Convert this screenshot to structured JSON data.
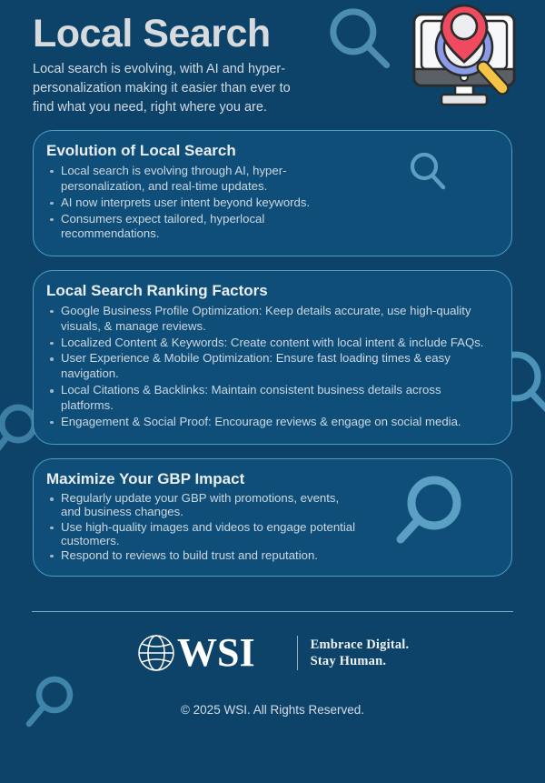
{
  "hero": {
    "title": "Local Search",
    "subtitle": "Local search is evolving, with AI and hyper-personalization making it easier than ever to find what you need, right where you are.",
    "illustration_name": "monitor-location-search-illustration"
  },
  "colors": {
    "page_background": "#0d4269",
    "card_background": "#0f4e78",
    "card_border": "#4f9ec4",
    "icon_blue": "#5b9fc4",
    "heading_text": "#e9eef2",
    "body_text": "#ccd8e2",
    "hero_title_text": "#d7dbde",
    "divider": "#7fa8c1",
    "pin_red": "#ef4a5f",
    "lens_purple": "#8a9ce8",
    "handle_yellow": "#f6c445"
  },
  "cards": [
    {
      "id": "evolution",
      "title": "Evolution of Local Search",
      "icon": "search-icon",
      "bullets": [
        "Local search is evolving through AI, hyper-personalization, and real-time updates.",
        "AI now interprets user intent beyond keywords.",
        "Consumers expect tailored, hyperlocal recommendations."
      ]
    },
    {
      "id": "ranking",
      "title": "Local Search Ranking Factors",
      "icon": null,
      "bullets": [
        "Google Business Profile Optimization: Keep details accurate, use high-quality visuals, & manage reviews.",
        "Localized Content & Keywords: Create content with local intent & include FAQs.",
        "User Experience & Mobile Optimization: Ensure fast loading times & easy navigation.",
        "Local Citations & Backlinks: Maintain consistent business details across platforms.",
        "Engagement & Social Proof: Encourage reviews & engage on social media."
      ]
    },
    {
      "id": "gbp",
      "title": "Maximize Your GBP Impact",
      "icon": "search-icon",
      "bullets": [
        "Regularly update your GBP with promotions, events, and business changes.",
        "Use high-quality images and videos to engage potential customers.",
        "Respond to reviews to build trust and reputation."
      ]
    }
  ],
  "decorations": [
    {
      "name": "magnifier-outline-top",
      "style": "outline"
    },
    {
      "name": "magnifier-solid-left",
      "style": "solid"
    },
    {
      "name": "magnifier-outline-right",
      "style": "outline"
    },
    {
      "name": "magnifier-outline-bottom-left",
      "style": "outline"
    }
  ],
  "footer": {
    "logo_text": "WSI",
    "logo_mark": "globe-icon",
    "tagline_line1": "Embrace Digital.",
    "tagline_line2": "Stay Human.",
    "copyright": "© 2025 WSI. All Rights Reserved."
  }
}
